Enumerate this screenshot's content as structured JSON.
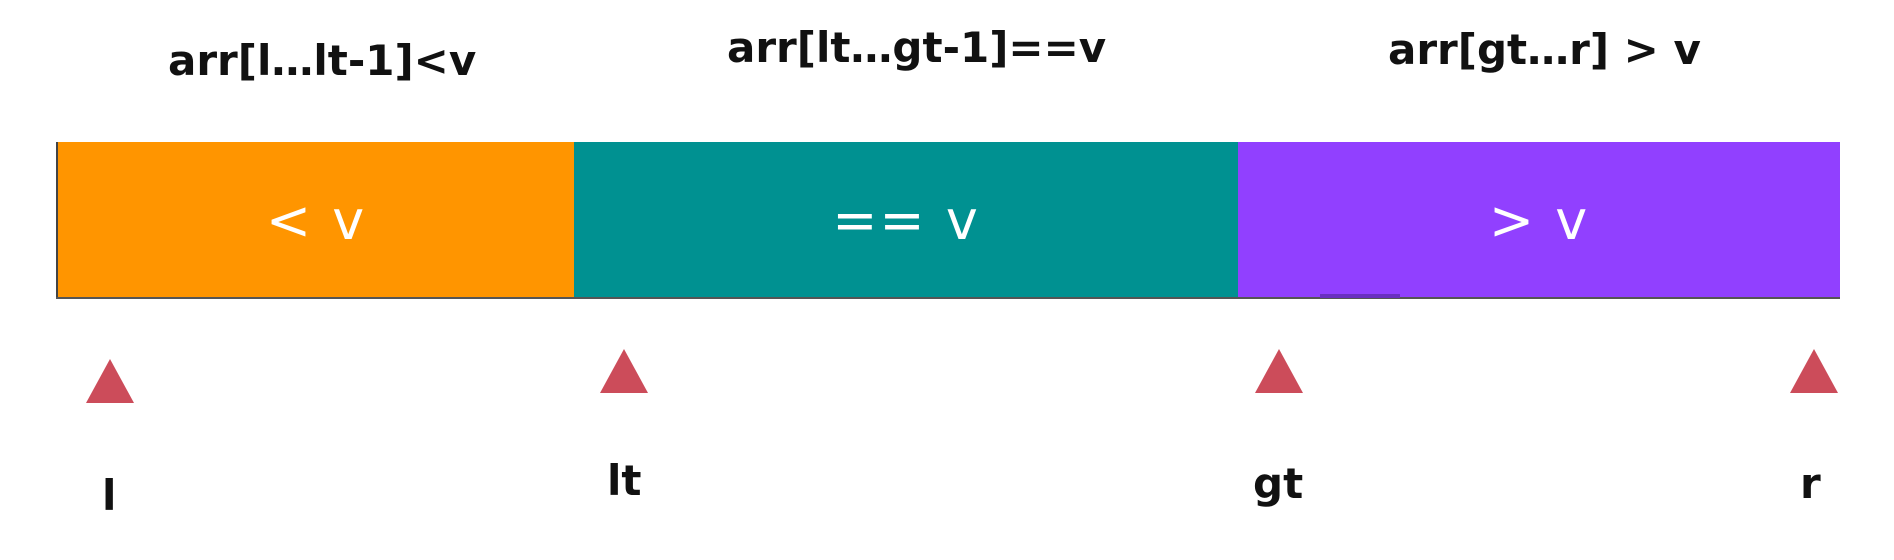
{
  "range_labels": {
    "less": "arr[l…lt-1]<v",
    "equal": "arr[lt…gt-1]==v",
    "greater": "arr[gt…r] > v"
  },
  "segments": [
    {
      "label": "< v",
      "color": "#ff9500"
    },
    {
      "label": "== v",
      "color": "#009191"
    },
    {
      "label": "> v",
      "color": "#9140ff"
    }
  ],
  "pointer_color": "#cc4c5a",
  "pointers": {
    "l": "l",
    "lt": "lt",
    "gt": "gt",
    "r": "r"
  }
}
